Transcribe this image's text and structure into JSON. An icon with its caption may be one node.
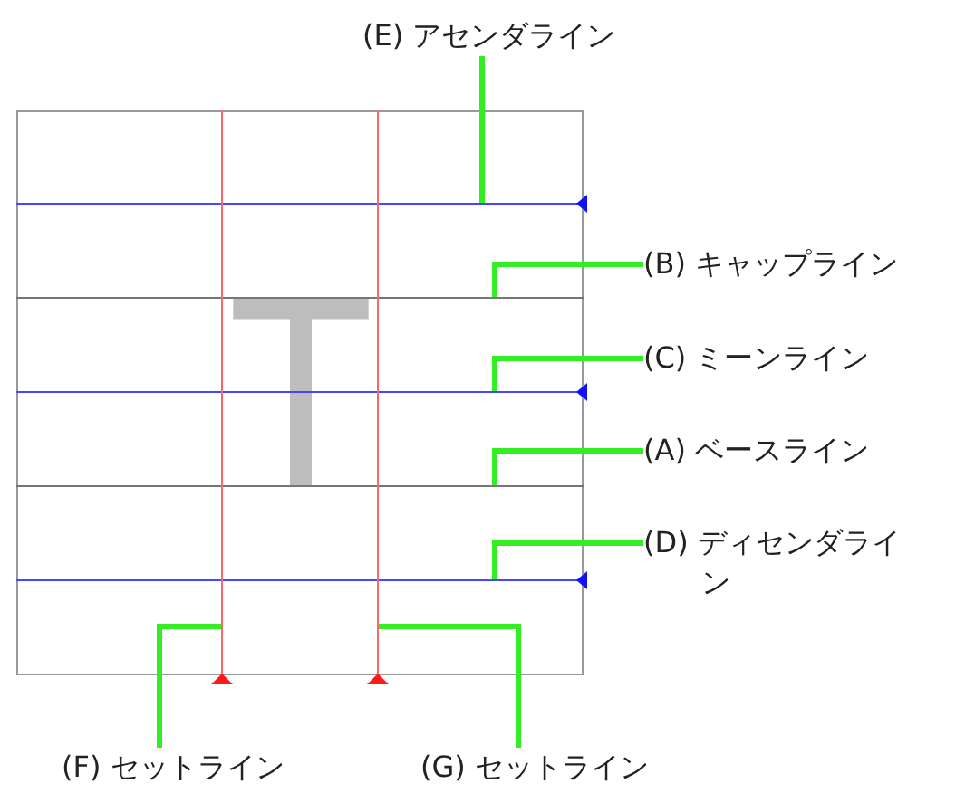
{
  "diagram": {
    "nodes": [
      {
        "text": [
          "(E) アセンダライン"
        ]
      },
      {
        "text": [
          "(B) キャップライン"
        ]
      },
      {
        "text": [
          "(C) ミーンライン"
        ]
      },
      {
        "text": [
          "(A) ベースライン"
        ]
      },
      {
        "text": [
          "(D) ディセンダライン"
        ]
      },
      {
        "text": [
          "(F) セットライン"
        ]
      },
      {
        "text": [
          "(G) セットライン"
        ]
      },
      {
        "text": [],
        "shape": "line"
      },
      {
        "text": [],
        "shape": "line"
      },
      {
        "text": [],
        "shape": "line"
      },
      {
        "text": [],
        "shape": "line"
      },
      {
        "text": [],
        "shape": "line"
      },
      {
        "text": [],
        "shape": "line"
      },
      {
        "text": [],
        "shape": "line"
      }
    ],
    "edges": [
      {
        "from": 0,
        "to": 7,
        "arrow": "none"
      },
      {
        "from": 1,
        "to": 8,
        "arrow": "none"
      },
      {
        "from": 2,
        "to": 9,
        "arrow": "none"
      },
      {
        "from": 3,
        "to": 10,
        "arrow": "none"
      },
      {
        "from": 4,
        "to": 11,
        "arrow": "none"
      },
      {
        "from": 5,
        "to": 12,
        "arrow": "none"
      },
      {
        "from": 6,
        "to": 13,
        "arrow": "none"
      }
    ],
    "labels": [
      "T"
    ]
  }
}
